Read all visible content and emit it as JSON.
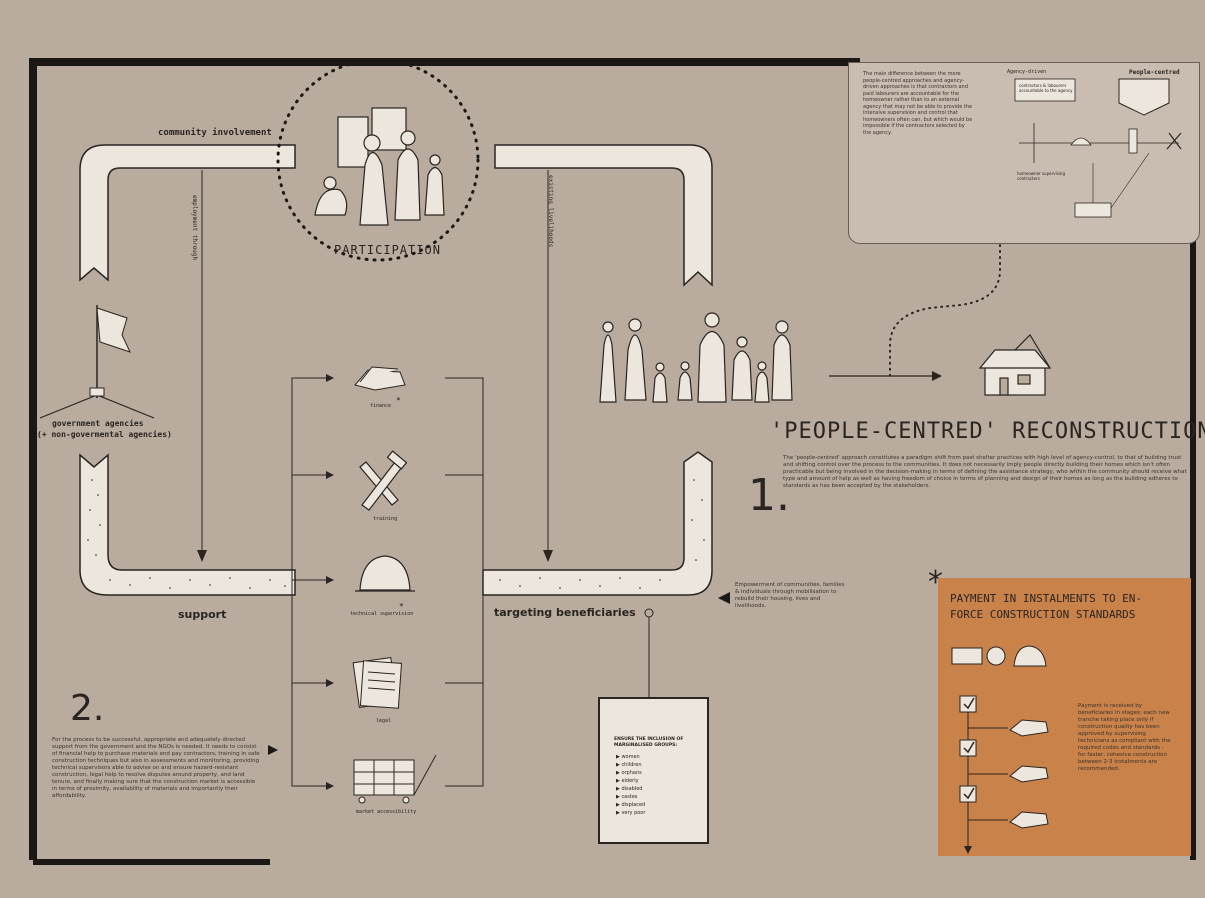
{
  "title": "'PEOPLE-CENTRED' RECONSTRUCTION",
  "participation_label": "PARTICIPATION",
  "community_label": "community involvement",
  "support_label": "support",
  "targeting_label": "targeting beneficiaries",
  "government_label_1": "government agencies",
  "government_label_2": "(+ non-govermental agencies)",
  "channel_left_label": "employment through",
  "channel_right_label": "existing livelihoods",
  "items": {
    "finance": "finance",
    "training": "training",
    "technical": "technical supervision",
    "legal": "legal",
    "market": "market accessibility"
  },
  "number_1": "1.",
  "number_2": "2.",
  "section1_text": "The 'people-centred' approach constitutes a paradigm shift from past shelter practices with high level of agency-control, to that of building trust and shifting control over the process to the communities. It does not necessarily imply people directly building their homes which isn't often practicable but being involved in the decision-making in terms of defining the assistance strategy, who within the community should receive what type and amount of help as well as having freedom of choice in terms of planning and design of their homes as long as the building adheres to standards as has been accepted by the stakeholders.",
  "empowerment_text": "Empowerment of communities, families & individuals through mobilisation to rebuild their housing, lives and livelihoods.",
  "section2_text": "For the process to be successful, appropriate and adequately directed support from the government and the NGOs is needed. It needs to consist of financial help to purchase materials and pay contractors, training in safe construction techniques but also in assessments and monitoring, providing technical supervisors able to advise on and ensure hazard-resistant construction, legal help to resolve disputes around property, and land tenure, and finally making sure that the construction market is accessible in terms of proximity, availability of materials and importantly their affordability.",
  "ensure_title": "ENSURE THE INCLUSION OF MARGINALISED GROUPS:",
  "ensure_items": [
    "women",
    "children",
    "orphans",
    "elderly",
    "disabled",
    "castes",
    "displaced",
    "very poor"
  ],
  "payment_title_1": "PAYMENT IN INSTALMENTS TO EN-",
  "payment_title_2": "FORCE CONSTRUCTION STANDARDS",
  "payment_text": "Payment is received by beneficiaries in stages: each new tranche taking place only if construction quality has been approved by supervising technicians as compliant with the required codes and standards - for faster, cohesive construction between 2-3 instalments are recommended.",
  "asterisk": "*",
  "inset_text": "The main difference between the more people-centred approaches and agency-driven approaches is that contractors and paid labourers are accountable for the homeowner rather than to an external agency that may not be able to provide the intensive supervision and control that homeowners often can, but which would be impossible if the contractors selected by the agency.",
  "inset_agency": "Agency-driven",
  "inset_people": "People-centred",
  "inset_note_1": "contractors & labourers accountable to the agency",
  "inset_note_2": "homeowner supervising contractors",
  "colors": {
    "background": "#b9ab9d",
    "orange": "#c9824a",
    "ink": "#2a2521",
    "tube": "#ede6dc"
  }
}
